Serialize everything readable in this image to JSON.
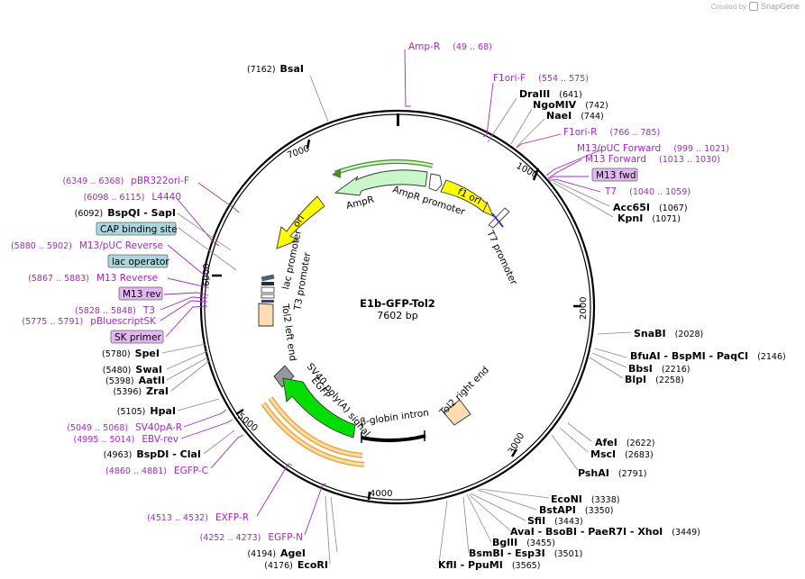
{
  "credit": {
    "prefix": "Created by",
    "brand": "SnapGene"
  },
  "plasmid": {
    "name": "E1b-GFP-Tol2",
    "size": "7602 bp",
    "length": 7602
  },
  "ticks": [
    "1000",
    "2000",
    "3000",
    "4000",
    "5000",
    "6000",
    "7000"
  ],
  "enzymes": [
    {
      "name": "BsaI",
      "pos": "(7162)"
    },
    {
      "name": "DraIII",
      "pos": "(641)"
    },
    {
      "name": "NgoMIV",
      "pos": "(742)"
    },
    {
      "name": "NaeI",
      "pos": "(744)"
    },
    {
      "name": "Acc65I",
      "pos": "(1067)"
    },
    {
      "name": "KpnI",
      "pos": "(1071)"
    },
    {
      "name": "SnaBI",
      "pos": "(2028)"
    },
    {
      "name": "BfuAI - BspMI - PaqCI",
      "pos": "(2146)"
    },
    {
      "name": "BbsI",
      "pos": "(2216)"
    },
    {
      "name": "BlpI",
      "pos": "(2258)"
    },
    {
      "name": "AfeI",
      "pos": "(2622)"
    },
    {
      "name": "MscI",
      "pos": "(2683)"
    },
    {
      "name": "PshAI",
      "pos": "(2791)"
    },
    {
      "name": "EcoNI",
      "pos": "(3338)"
    },
    {
      "name": "BstAPI",
      "pos": "(3350)"
    },
    {
      "name": "SfiI",
      "pos": "(3443)"
    },
    {
      "name": "AvaI - BsoBI - PaeR7I - XhoI",
      "pos": "(3449)"
    },
    {
      "name": "BglII",
      "pos": "(3455)"
    },
    {
      "name": "BsmBI - Esp3I",
      "pos": "(3501)"
    },
    {
      "name": "KflI - PpuMI",
      "pos": "(3565)"
    },
    {
      "name": "AgeI",
      "pos": "(4194)"
    },
    {
      "name": "EcoRI",
      "pos": "(4176)"
    },
    {
      "name": "BspDI - ClaI",
      "pos": "(4963)"
    },
    {
      "name": "HpaI",
      "pos": "(5105)"
    },
    {
      "name": "ZraI",
      "pos": "(5396)"
    },
    {
      "name": "AatII",
      "pos": "(5398)"
    },
    {
      "name": "SwaI",
      "pos": "(5480)"
    },
    {
      "name": "SpeI",
      "pos": "(5780)"
    },
    {
      "name": "BspQI - SapI",
      "pos": "(6092)"
    }
  ],
  "primers": [
    {
      "name": "Amp-R",
      "pos": "(49 .. 68)"
    },
    {
      "name": "F1ori-F",
      "pos": "(554 .. 575)"
    },
    {
      "name": "F1ori-R",
      "pos": "(766 .. 785)"
    },
    {
      "name": "M13/pUC Forward",
      "pos": "(999 .. 1021)"
    },
    {
      "name": "M13 Forward",
      "pos": "(1013 .. 1030)"
    },
    {
      "name": "M13 fwd",
      "pos": ""
    },
    {
      "name": "T7",
      "pos": "(1040 .. 1059)"
    },
    {
      "name": "pBR322ori-F",
      "pos": "(6349 .. 6368)"
    },
    {
      "name": "L4440",
      "pos": "(6098 .. 6115)"
    },
    {
      "name": "M13/pUC Reverse",
      "pos": "(5880 .. 5902)"
    },
    {
      "name": "M13 Reverse",
      "pos": "(5867 .. 5883)"
    },
    {
      "name": "M13 rev",
      "pos": ""
    },
    {
      "name": "T3",
      "pos": "(5828 .. 5848)"
    },
    {
      "name": "pBluescriptSK",
      "pos": "(5775 .. 5791)"
    },
    {
      "name": "SK primer",
      "pos": ""
    },
    {
      "name": "SV40pA-R",
      "pos": "(5049 .. 5068)"
    },
    {
      "name": "EBV-rev",
      "pos": "(4995 .. 5014)"
    },
    {
      "name": "EGFP-C",
      "pos": "(4860 .. 4881)"
    },
    {
      "name": "EXFP-R",
      "pos": "(4513 .. 4532)"
    },
    {
      "name": "EGFP-N",
      "pos": "(4252 .. 4273)"
    }
  ],
  "binding_sites": [
    {
      "name": "CAP binding site"
    },
    {
      "name": "lac operator"
    }
  ],
  "features": [
    {
      "name": "AmpR"
    },
    {
      "name": "AmpR promoter"
    },
    {
      "name": "f1 ori"
    },
    {
      "name": "T7 promoter"
    },
    {
      "name": "ori"
    },
    {
      "name": "lac promoter"
    },
    {
      "name": "T3 promoter"
    },
    {
      "name": "Tol2 left end"
    },
    {
      "name": "SV40 poly(A) signal"
    },
    {
      "name": "EGFP"
    },
    {
      "name": "β-globin intron"
    },
    {
      "name": "Tol2 right end"
    }
  ],
  "colors": {
    "backbone": "#000000",
    "primer": "#a22bbf",
    "primer_tag_fill": "#e2b6f1",
    "site_tag_fill": "#a9d6df",
    "ampr_fill": "#c9f7c9",
    "f1ori_fill": "#ffff00",
    "ori_fill": "#ffff00",
    "egfp_fill": "#00dd00",
    "tol2_fill": "#ffdcb2",
    "sv40_fill": "#999999"
  }
}
